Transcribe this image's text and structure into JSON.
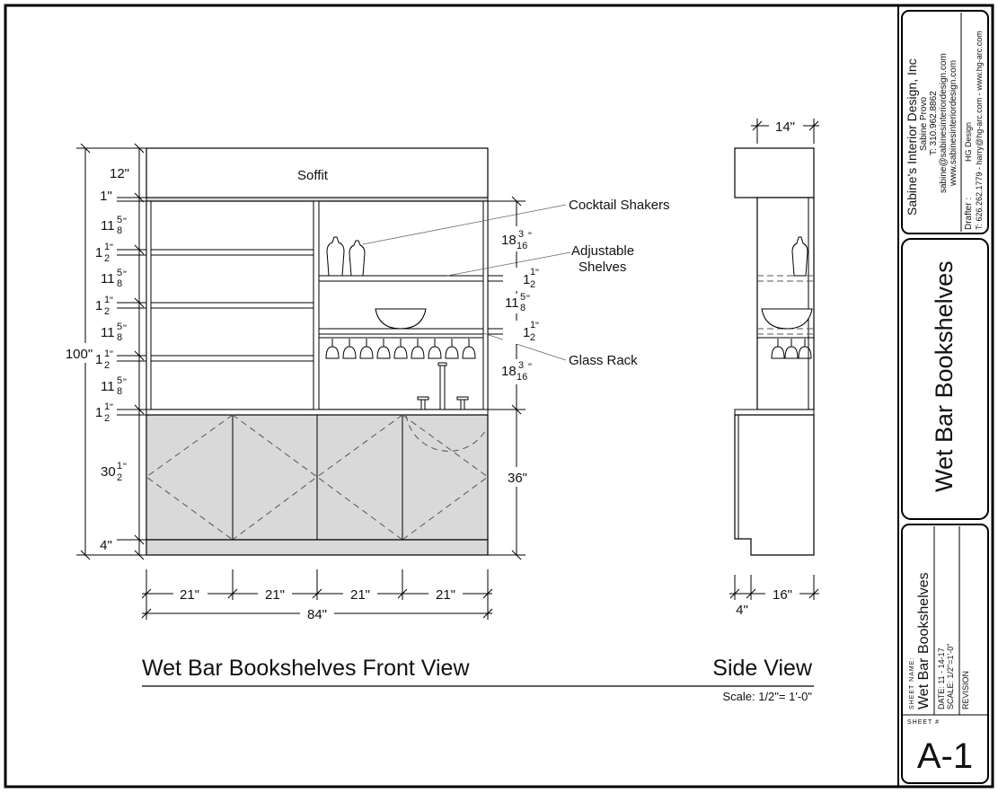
{
  "front": {
    "soffit_label": "Soffit",
    "callouts": {
      "shakers": "Cocktail Shakers",
      "adjustable_1": "Adjustable",
      "adjustable_2": "Shelves",
      "glass_rack": "Glass Rack"
    },
    "left_dims": {
      "overall": "100\"",
      "d12": "12\"",
      "d1": "1\"",
      "w11": "11",
      "w1": "1",
      "w30": "30",
      "w4": "4\"",
      "n5": "5",
      "d8": "8",
      "n1": "1",
      "d2": "2",
      "inch": "\""
    },
    "right_dims": {
      "w18": "18",
      "n3": "3",
      "d16": "16",
      "w1": "1",
      "n1": "1",
      "d2": "2",
      "w11": "11",
      "n5": "5",
      "d8": "8",
      "d36": "36\"",
      "inch": "\""
    },
    "bottom_dims": {
      "seg": "21\"",
      "total": "84\""
    },
    "title": "Wet Bar Bookshelves Front View"
  },
  "side": {
    "top_dim": "14\"",
    "bottom_dim": "16\"",
    "bottom_small": "4\"",
    "title": "Side View",
    "scale": "Scale: 1/2\"= 1'-0\""
  },
  "titleblock": {
    "company": "Sabine's Interior Design, Inc",
    "person": "Sabine Provo",
    "phone": "T: 310.962.8862",
    "email": "sabine@sabinesinteriordesign.com",
    "web": "www.sabinesinteriordesign.com",
    "drafter_label": "Drafter :",
    "drafter_name": "HG Design",
    "drafter_contact": "T: 626.262.1779 - harry@hg-arc.com - www.hg-arc.com",
    "big_title": "Wet Bar Bookshelves",
    "sheet_name_label": "SHEET NAME:",
    "sheet_name": "Wet Bar Bookshelves",
    "date": "DATE: 11 - 14-17",
    "scale": "SCALE: 1/2\"=1'-0\"",
    "revision": "REVISION",
    "sheet_num_label": "SHEET #",
    "sheet_num": "A-1"
  }
}
